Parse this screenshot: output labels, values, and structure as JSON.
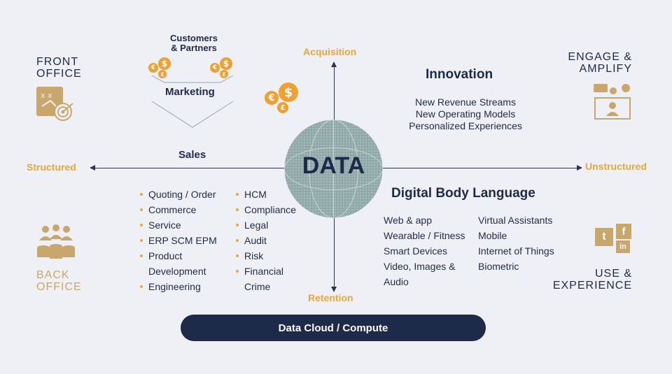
{
  "axes": {
    "top": "Acquisition",
    "bottom": "Retention",
    "left": "Structured",
    "right": "Unstructured"
  },
  "center": {
    "label": "DATA"
  },
  "corners": {
    "front_office": [
      "FRONT",
      "OFFICE"
    ],
    "back_office": [
      "BACK",
      "OFFICE"
    ],
    "engage": [
      "ENGAGE &",
      "AMPLIFY"
    ],
    "use": [
      "USE &",
      "EXPERIENCE"
    ]
  },
  "marketing": {
    "customers": [
      "Customers",
      "& Partners"
    ],
    "title": "Marketing"
  },
  "sales": {
    "title": "Sales",
    "col1": [
      "Quoting / Order",
      "Commerce",
      "Service",
      "ERP  SCM  EPM",
      "Product",
      "Development",
      "Engineering"
    ],
    "col1_bullets": [
      true,
      true,
      true,
      true,
      true,
      false,
      true
    ],
    "col2": [
      "HCM",
      "Compliance",
      "Legal",
      "Audit",
      "Risk",
      "Financial",
      "Crime"
    ],
    "col2_bullets": [
      true,
      true,
      true,
      true,
      true,
      true,
      false
    ]
  },
  "innovation": {
    "title": "Innovation",
    "items": [
      "New Revenue Streams",
      "New Operating Models",
      "Personalized Experiences"
    ]
  },
  "dbl": {
    "title": "Digital Body Language",
    "col1": [
      "Web & app",
      "Wearable / Fitness",
      "Smart Devices",
      "Video, Images &",
      "Audio"
    ],
    "col2": [
      "Virtual Assistants",
      "Mobile",
      "Internet of Things",
      "Biometric"
    ]
  },
  "footer": {
    "label": "Data Cloud / Compute"
  },
  "icons": {
    "coins": [
      "€",
      "$",
      "£"
    ],
    "social": [
      "t",
      "f",
      "in"
    ]
  },
  "colors": {
    "navy": "#1e2a4a",
    "gold": "#e8a640",
    "tan": "#c9a66b",
    "globe": "#8fa8a8"
  }
}
